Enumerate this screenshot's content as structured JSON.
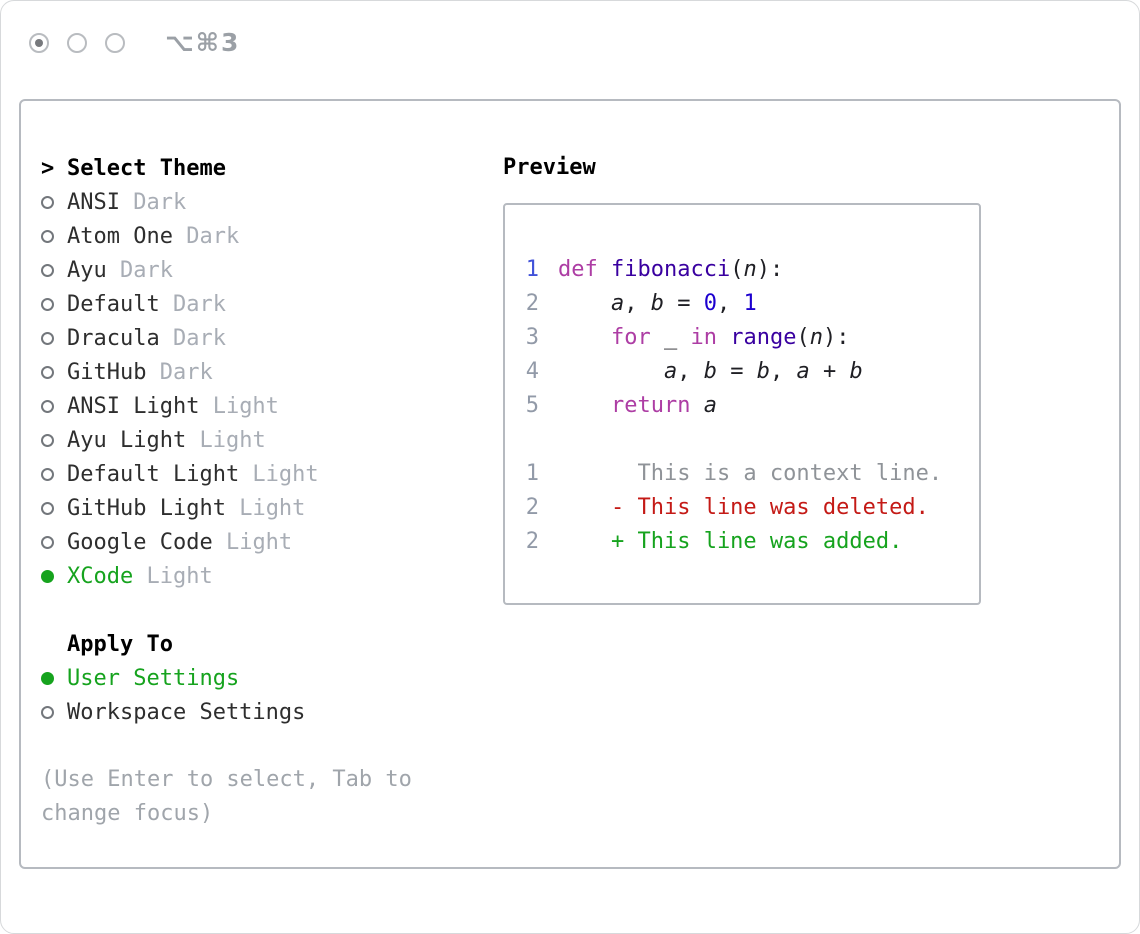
{
  "window": {
    "shortcut": "⌥⌘3"
  },
  "colors": {
    "green": "#16a31e",
    "keyword": "#ad3da4",
    "function": "#3900a0",
    "number": "#1c00cf",
    "plain": "#1f1f24",
    "gutter": "#929aa8",
    "gutterActive": "#4152d9",
    "context": "#8f9398",
    "deleted": "#c41a16",
    "added": "#16a31e",
    "itemText": "#2e2e2e",
    "variant": "#a8adb5",
    "muted": "#a0a5ab"
  },
  "theme_picker": {
    "prompt": ">",
    "title": "Select Theme",
    "items": [
      {
        "name": "ANSI",
        "variant": "Dark",
        "selected": false
      },
      {
        "name": "Atom One",
        "variant": "Dark",
        "selected": false
      },
      {
        "name": "Ayu",
        "variant": "Dark",
        "selected": false
      },
      {
        "name": "Default",
        "variant": "Dark",
        "selected": false
      },
      {
        "name": "Dracula",
        "variant": "Dark",
        "selected": false
      },
      {
        "name": "GitHub",
        "variant": "Dark",
        "selected": false
      },
      {
        "name": "ANSI Light",
        "variant": "Light",
        "selected": false
      },
      {
        "name": "Ayu Light",
        "variant": "Light",
        "selected": false
      },
      {
        "name": "Default Light",
        "variant": "Light",
        "selected": false
      },
      {
        "name": "GitHub Light",
        "variant": "Light",
        "selected": false
      },
      {
        "name": "Google Code",
        "variant": "Light",
        "selected": false
      },
      {
        "name": "XCode",
        "variant": "Light",
        "selected": true
      }
    ]
  },
  "apply_to": {
    "title": "Apply To",
    "options": [
      {
        "label": "User Settings",
        "selected": true
      },
      {
        "label": "Workspace Settings",
        "selected": false
      }
    ]
  },
  "hint": {
    "line1": "(Use Enter to select, Tab to",
    "line2": "change focus)"
  },
  "preview": {
    "title": "Preview",
    "code_lines": [
      {
        "num": "1",
        "active": true,
        "tokens": [
          [
            "def",
            "keyword"
          ],
          [
            " ",
            "plain"
          ],
          [
            "fibonacci",
            "function"
          ],
          [
            "(",
            "plain"
          ],
          [
            "n",
            "variable"
          ],
          [
            "):",
            "plain"
          ]
        ]
      },
      {
        "num": "2",
        "active": false,
        "tokens": [
          [
            "    ",
            "plain"
          ],
          [
            "a",
            "variable"
          ],
          [
            ", ",
            "plain"
          ],
          [
            "b",
            "variable"
          ],
          [
            " = ",
            "plain"
          ],
          [
            "0",
            "number"
          ],
          [
            ", ",
            "plain"
          ],
          [
            "1",
            "number"
          ]
        ]
      },
      {
        "num": "3",
        "active": false,
        "tokens": [
          [
            "    ",
            "plain"
          ],
          [
            "for",
            "keyword"
          ],
          [
            " ",
            "plain"
          ],
          [
            "_",
            "variable"
          ],
          [
            " ",
            "plain"
          ],
          [
            "in",
            "keyword"
          ],
          [
            " ",
            "plain"
          ],
          [
            "range",
            "function"
          ],
          [
            "(",
            "plain"
          ],
          [
            "n",
            "variable"
          ],
          [
            "):",
            "plain"
          ]
        ]
      },
      {
        "num": "4",
        "active": false,
        "tokens": [
          [
            "        ",
            "plain"
          ],
          [
            "a",
            "variable"
          ],
          [
            ", ",
            "plain"
          ],
          [
            "b",
            "variable"
          ],
          [
            " = ",
            "plain"
          ],
          [
            "b",
            "variable"
          ],
          [
            ", ",
            "plain"
          ],
          [
            "a",
            "variable"
          ],
          [
            " + ",
            "plain"
          ],
          [
            "b",
            "variable"
          ]
        ]
      },
      {
        "num": "5",
        "active": false,
        "tokens": [
          [
            "    ",
            "plain"
          ],
          [
            "return",
            "keyword"
          ],
          [
            " ",
            "plain"
          ],
          [
            "a",
            "variable"
          ]
        ]
      }
    ],
    "diff_lines": [
      {
        "num": "1",
        "type": "context",
        "text": "      This is a context line."
      },
      {
        "num": "2",
        "type": "deleted",
        "text": "    - This line was deleted."
      },
      {
        "num": "2",
        "type": "added",
        "text": "    + This line was added."
      }
    ]
  }
}
